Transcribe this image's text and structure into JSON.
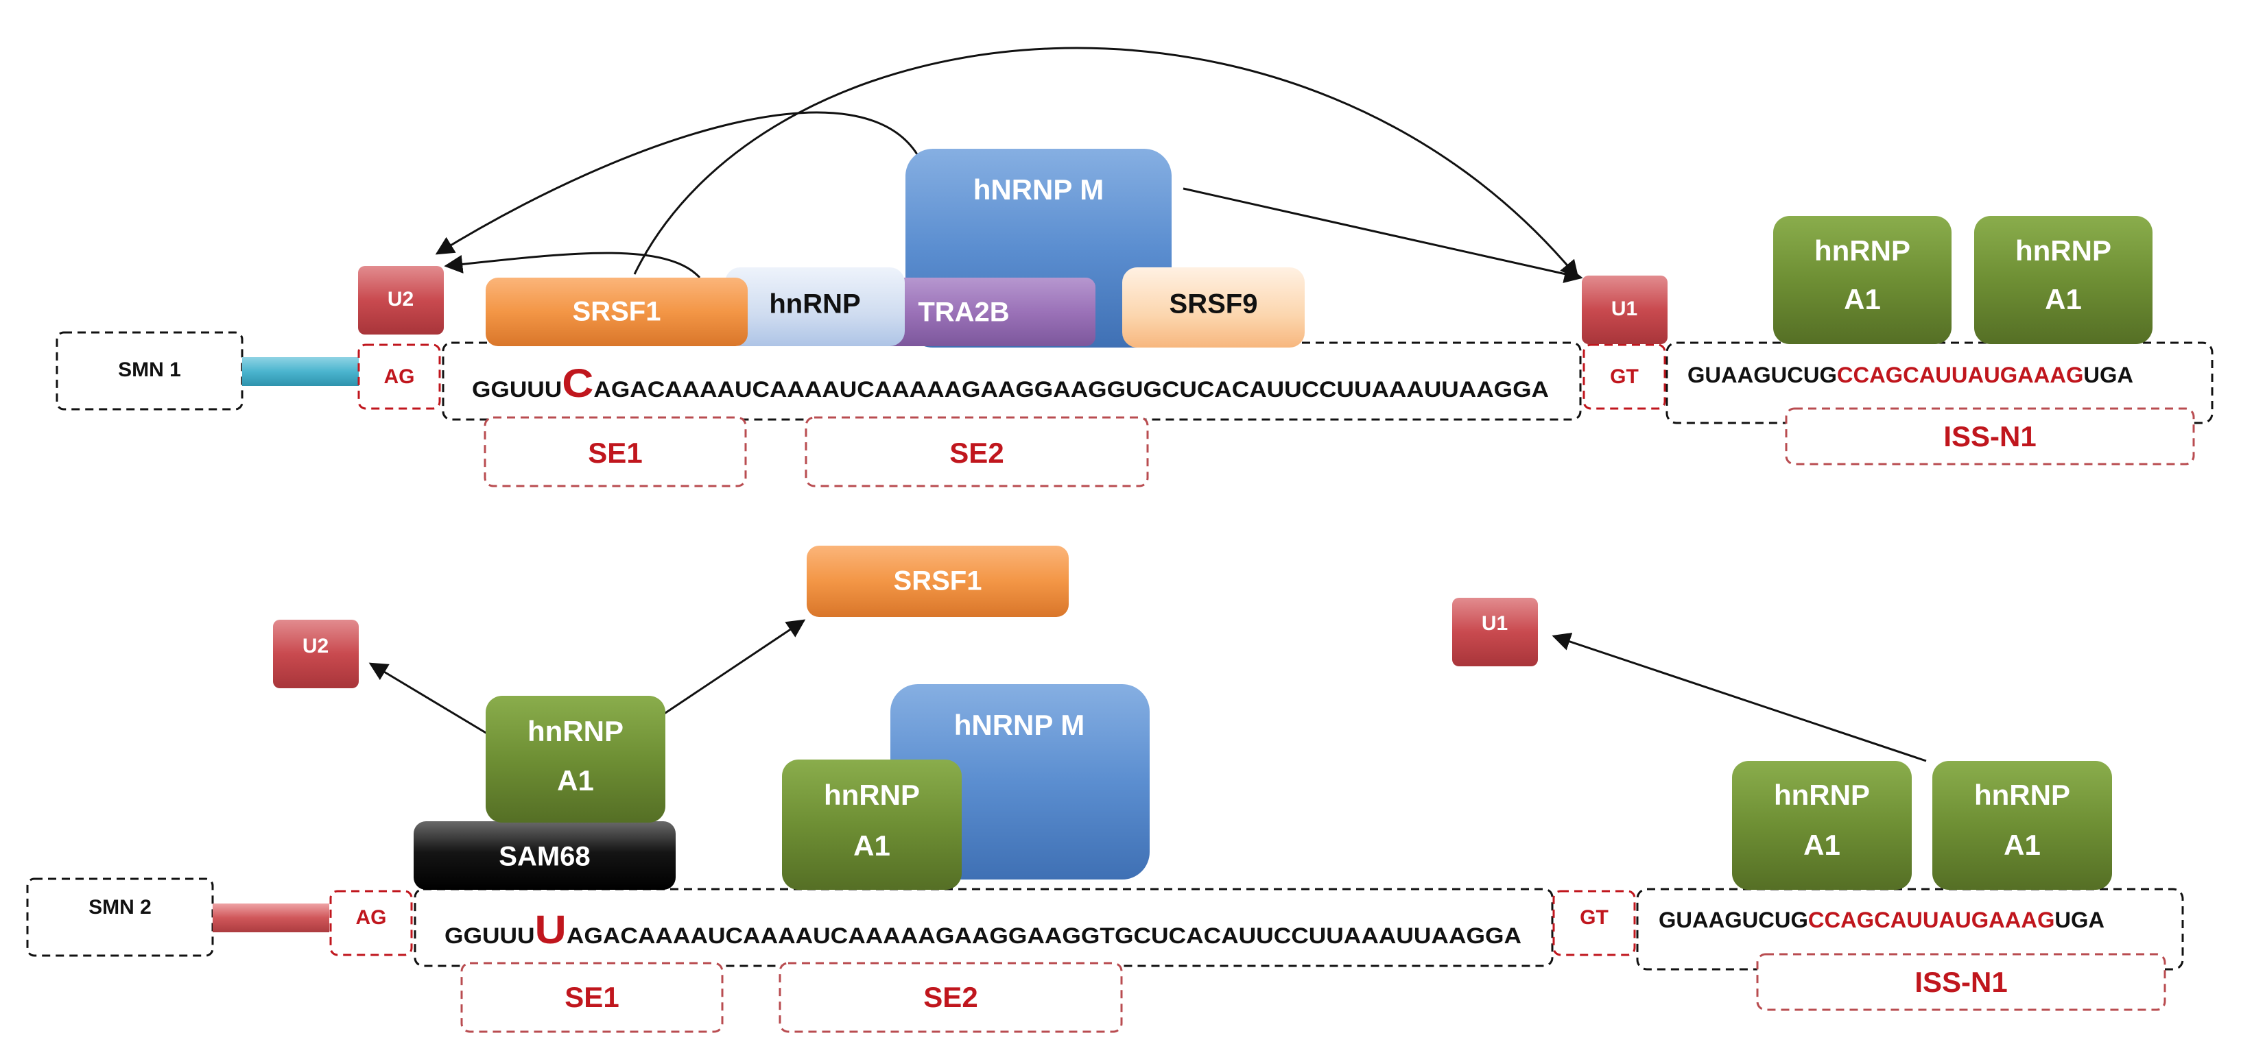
{
  "smn1": {
    "gene_label": "SMN 1",
    "acceptor": "AG",
    "donor": "GT",
    "exon_seq": {
      "prefix": "GGUUU",
      "variant": "C",
      "suffix": "AGACAAAAUCAAAAUCAAAAAGAAGGAAGGUGCUCACAUUCCUUAAAUUAAGGA"
    },
    "intron_seq": {
      "pre": "GUAAGUCUG",
      "issn1": "CCAGCAUUAUGAAAG",
      "post": "UGA"
    },
    "regions": {
      "se1": "SE1",
      "se2": "SE2",
      "issn1": "ISS-N1"
    },
    "proteins": {
      "u2": "U2",
      "u1": "U1",
      "srsf1": "SRSF1",
      "hnrnp": "hnRNP",
      "tra2b": "TRA2B",
      "srsf9": "SRSF9",
      "hnrnpm": "hNRNP M",
      "a1_left": {
        "line1": "hnRNP",
        "line2": "A1"
      },
      "a1_right": {
        "line1": "hnRNP",
        "line2": "A1"
      }
    }
  },
  "smn2": {
    "gene_label": "SMN 2",
    "acceptor": "AG",
    "donor": "GT",
    "exon_seq": {
      "prefix": "GGUUU",
      "variant": "U",
      "suffix": "AGACAAAAUCAAAAUCAAAAAGAAGGAAGGTGCUCACAUUCCUUAAAUUAAGGA"
    },
    "intron_seq": {
      "pre": "GUAAGUCUG",
      "issn1": "CCAGCAUUAUGAAAG",
      "post": "UGA"
    },
    "regions": {
      "se1": "SE1",
      "se2": "SE2",
      "issn1": "ISS-N1"
    },
    "proteins": {
      "u2": "U2",
      "u1": "U1",
      "srsf1": "SRSF1",
      "sam68": "SAM68",
      "hnrnpm": "hNRNP M",
      "a1_sam": {
        "line1": "hnRNP",
        "line2": "A1"
      },
      "a1_se2": {
        "line1": "hnRNP",
        "line2": "A1"
      },
      "a1_left": {
        "line1": "hnRNP",
        "line2": "A1"
      },
      "a1_right": {
        "line1": "hnRNP",
        "line2": "A1"
      }
    }
  },
  "colors": {
    "red_text": "#c0161d",
    "snrnp_red": "#c94a4f",
    "smn1_exon": "#4bb5cf",
    "smn2_exon": "#d0575a",
    "orange": "#f39646",
    "purple": "#9b72b8",
    "blue": "#5b8ed0",
    "green": "#6e8f34",
    "peach": "#fbc99a"
  }
}
